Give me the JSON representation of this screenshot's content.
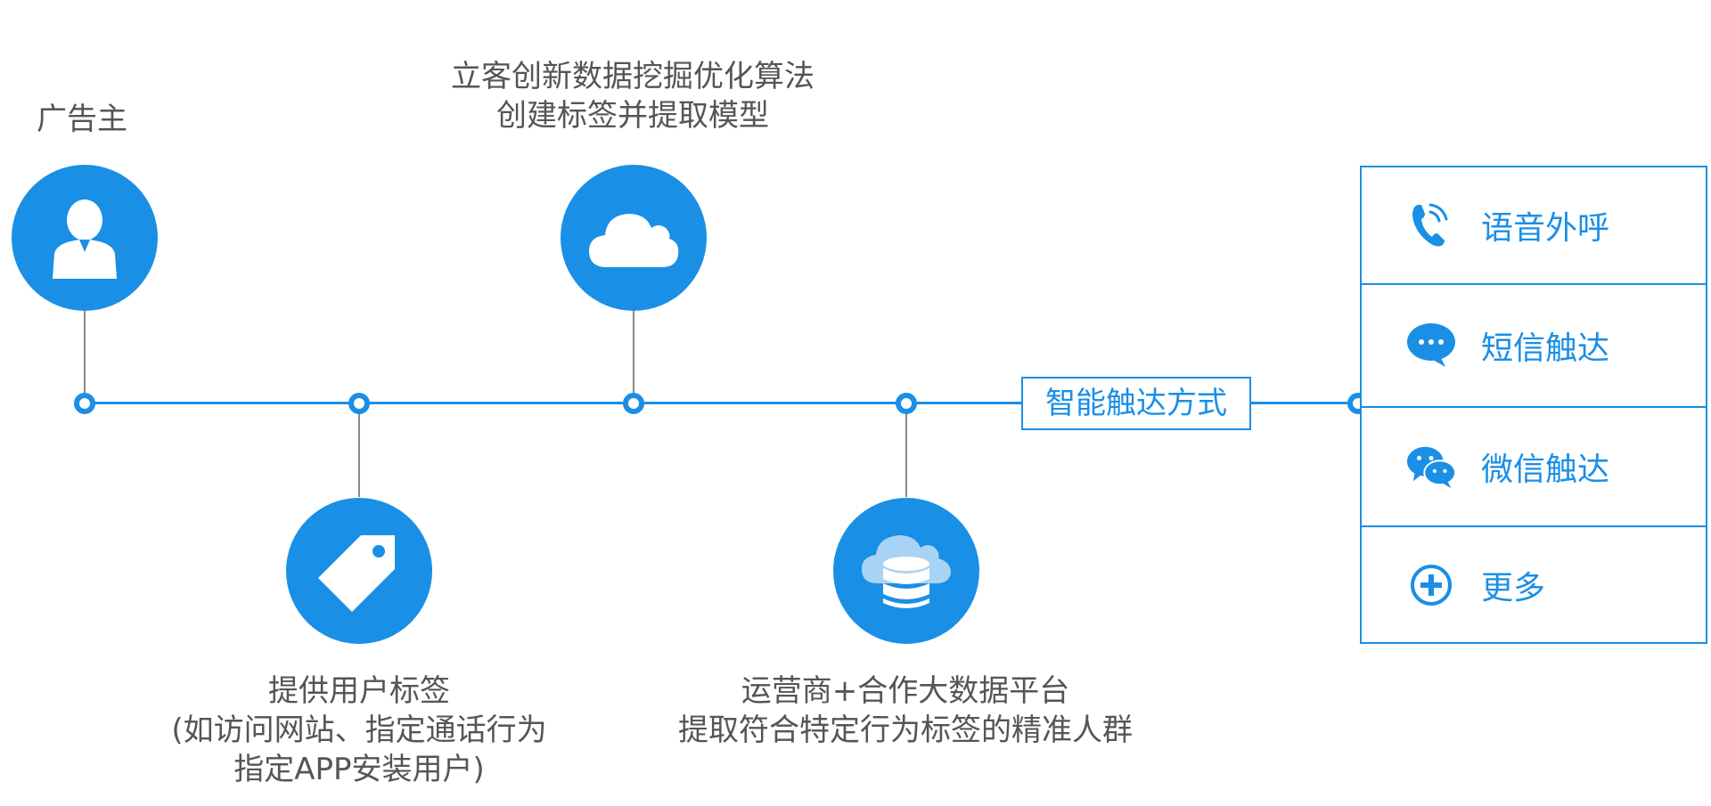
{
  "steps": {
    "advertiser": {
      "label": "广告主",
      "icon": "user-icon"
    },
    "algorithm": {
      "line1": "立客创新数据挖掘优化算法",
      "line2": "创建标签并提取模型",
      "icon": "cloud-icon"
    },
    "user_tags": {
      "line1": "提供用户标签",
      "line2": "(如访问网站、指定通话行为",
      "line3": "指定APP安装用户)",
      "icon": "tag-icon"
    },
    "data_platform": {
      "line1": "运营商+合作大数据平台",
      "line2": "提取符合特定行为标签的精准人群",
      "icon": "cloud-database-icon"
    }
  },
  "hub": {
    "label": "智能触达方式"
  },
  "channels": [
    {
      "label": "语音外呼",
      "icon": "phone-icon"
    },
    {
      "label": "短信触达",
      "icon": "sms-bubble-icon"
    },
    {
      "label": "微信触达",
      "icon": "wechat-icon"
    },
    {
      "label": "更多",
      "icon": "plus-circle-icon"
    }
  ],
  "colors": {
    "accent": "#1a8fe6",
    "text": "#555555",
    "stem": "#8a8a8a"
  }
}
